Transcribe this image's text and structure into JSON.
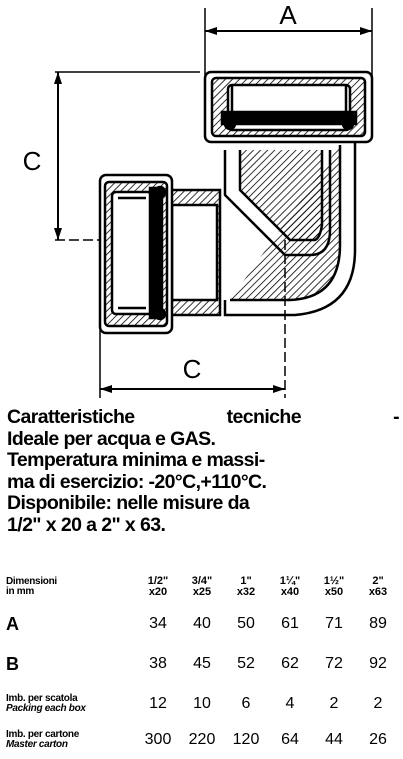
{
  "drawing": {
    "dim_top": "A",
    "dim_left": "C",
    "dim_bottom": "C"
  },
  "description": {
    "line1_a": "Caratteristiche",
    "line1_b": "tecniche",
    "line1_c": "-",
    "line2": "Ideale per acqua e GAS.",
    "line3": "Temperatura minima e massi-",
    "line4": "ma di esercizio: -20°C,+110°C.",
    "line5": "Disponibile: nelle misure da",
    "line6": "1/2\" x 20 a 2\" x 63."
  },
  "table": {
    "header_label_1": "Dimensioni",
    "header_label_2": "in mm",
    "sizes": [
      {
        "inch": "1/2\"",
        "mm": "x20"
      },
      {
        "inch": "3/4\"",
        "mm": "x25"
      },
      {
        "inch": "1\"",
        "mm": "x32"
      },
      {
        "inch": "1¼\"",
        "mm": "x40"
      },
      {
        "inch": "1½\"",
        "mm": "x50"
      },
      {
        "inch": "2\"",
        "mm": "x63"
      }
    ],
    "rows": [
      {
        "label": "A",
        "values": [
          "34",
          "40",
          "50",
          "61",
          "71",
          "89"
        ]
      },
      {
        "label": "B",
        "values": [
          "38",
          "45",
          "52",
          "62",
          "72",
          "92"
        ]
      }
    ],
    "pack_label_1": "Imb. per scatola",
    "pack_label_2": "Packing each box",
    "pack_values": [
      "12",
      "10",
      "6",
      "4",
      "2",
      "2"
    ],
    "master_label_1": "Imb. per cartone",
    "master_label_2": "Master carton",
    "master_values": [
      "300",
      "220",
      "120",
      "64",
      "44",
      "26"
    ]
  }
}
